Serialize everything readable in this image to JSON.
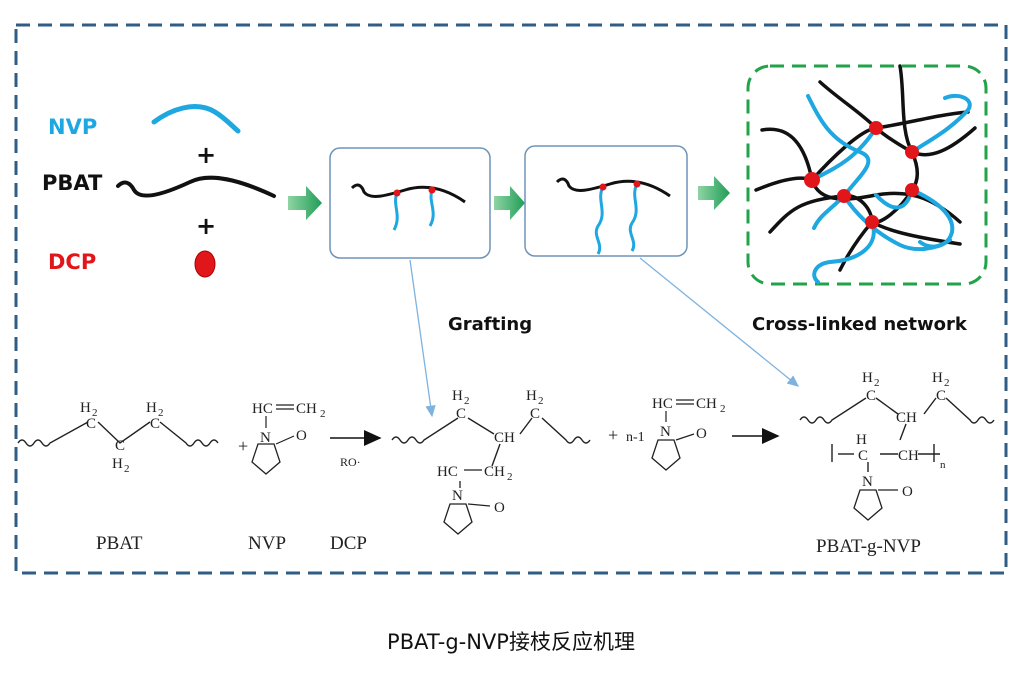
{
  "reactants": {
    "nvp": "NVP",
    "pbat": "PBAT",
    "dcp": "DCP",
    "plus1": "+",
    "plus2": "+"
  },
  "stages": {
    "grafting": "Grafting",
    "network": "Cross-linked network"
  },
  "scheme": {
    "h2": "H",
    "h2_sub": "2",
    "c": "C",
    "ch": "CH",
    "hc_ch2": "HC",
    "ch2_right": "CH",
    "n": "N",
    "o": "O",
    "plus": "+",
    "n_minus_1": "n-1",
    "ro": "RO·",
    "subscript_n": "n"
  },
  "names": {
    "pbat": "PBAT",
    "nvp": "NVP",
    "dcp": "DCP",
    "product": "PBAT-g-NVP"
  },
  "caption": "PBAT-g-NVP接枝反应机理",
  "colors": {
    "frame": "#2f5d86",
    "blue": "#1ea7e0",
    "red": "#e0161b",
    "green_arrow": "#35b06a",
    "network_border": "#22a34a",
    "box_border": "#6f93b8"
  }
}
